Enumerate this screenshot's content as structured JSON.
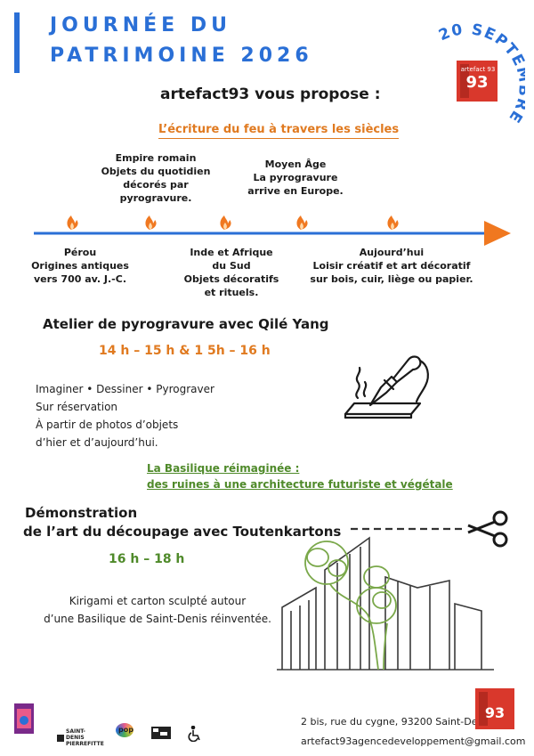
{
  "header": {
    "title_line1": "JOURNÉE DU",
    "title_line2": "PATRIMOINE 2026",
    "date_badge": "20 SEPTEMBRE",
    "brand_logo_text": "artefact 93"
  },
  "intro": "artefact93 vous propose :",
  "timeline": {
    "title": "L’écriture du feu à travers les siècles",
    "above": [
      {
        "lines": [
          "Empire romain",
          "Objets du quotidien",
          "décorés par",
          "pyrogravure."
        ]
      },
      {
        "lines": [
          "Moyen Âge",
          "La pyrogravure",
          "arrive en Europe."
        ]
      }
    ],
    "below": [
      {
        "lines": [
          "Pérou",
          "Origines antiques",
          "vers 700 av. J.-C."
        ]
      },
      {
        "lines": [
          "Inde et Afrique",
          "du Sud",
          "Objets décoratifs",
          "et rituels."
        ]
      },
      {
        "lines": [
          "Aujourd’hui",
          "Loisir créatif et art décoratif",
          "sur bois, cuir, liège ou papier."
        ]
      }
    ],
    "colors": {
      "arrow": "#2a6fd6",
      "arrowhead": "#f07820",
      "flame": "#f07820"
    }
  },
  "workshop": {
    "title": "Atelier de pyrogravure avec Qilé Yang",
    "times": "14 h – 15 h  & 1 5h – 16 h",
    "lines": [
      "Imaginer • Dessiner • Pyrograver",
      "Sur réservation",
      "À partir de photos d’objets",
      "d’hier et d’aujourd’hui."
    ]
  },
  "basilique": {
    "subtitle_line1": "La Basilique réimaginée :",
    "subtitle_line2": "des ruines à une architecture futuriste et végétale",
    "demo_line1": "Démonstration",
    "demo_line2": "de l’art du découpage avec Toutenkartons",
    "time": "16 h – 18 h",
    "desc_line1": "Kirigami et carton sculpté autour",
    "desc_line2": "d’une Basilique de Saint-Denis réinventée."
  },
  "footer": {
    "address": "2 bis, rue du cygne, 93200 Saint-Denis",
    "email": "artefact93agencedeveloppement@gmail.com",
    "partner_saint_denis": "SAINT-DENIS PIERREFITTE",
    "partner_pop": "pop"
  },
  "colors": {
    "blue": "#2a6fd6",
    "orange": "#e07a20",
    "green": "#4f8a2a",
    "red": "#d9382c"
  }
}
